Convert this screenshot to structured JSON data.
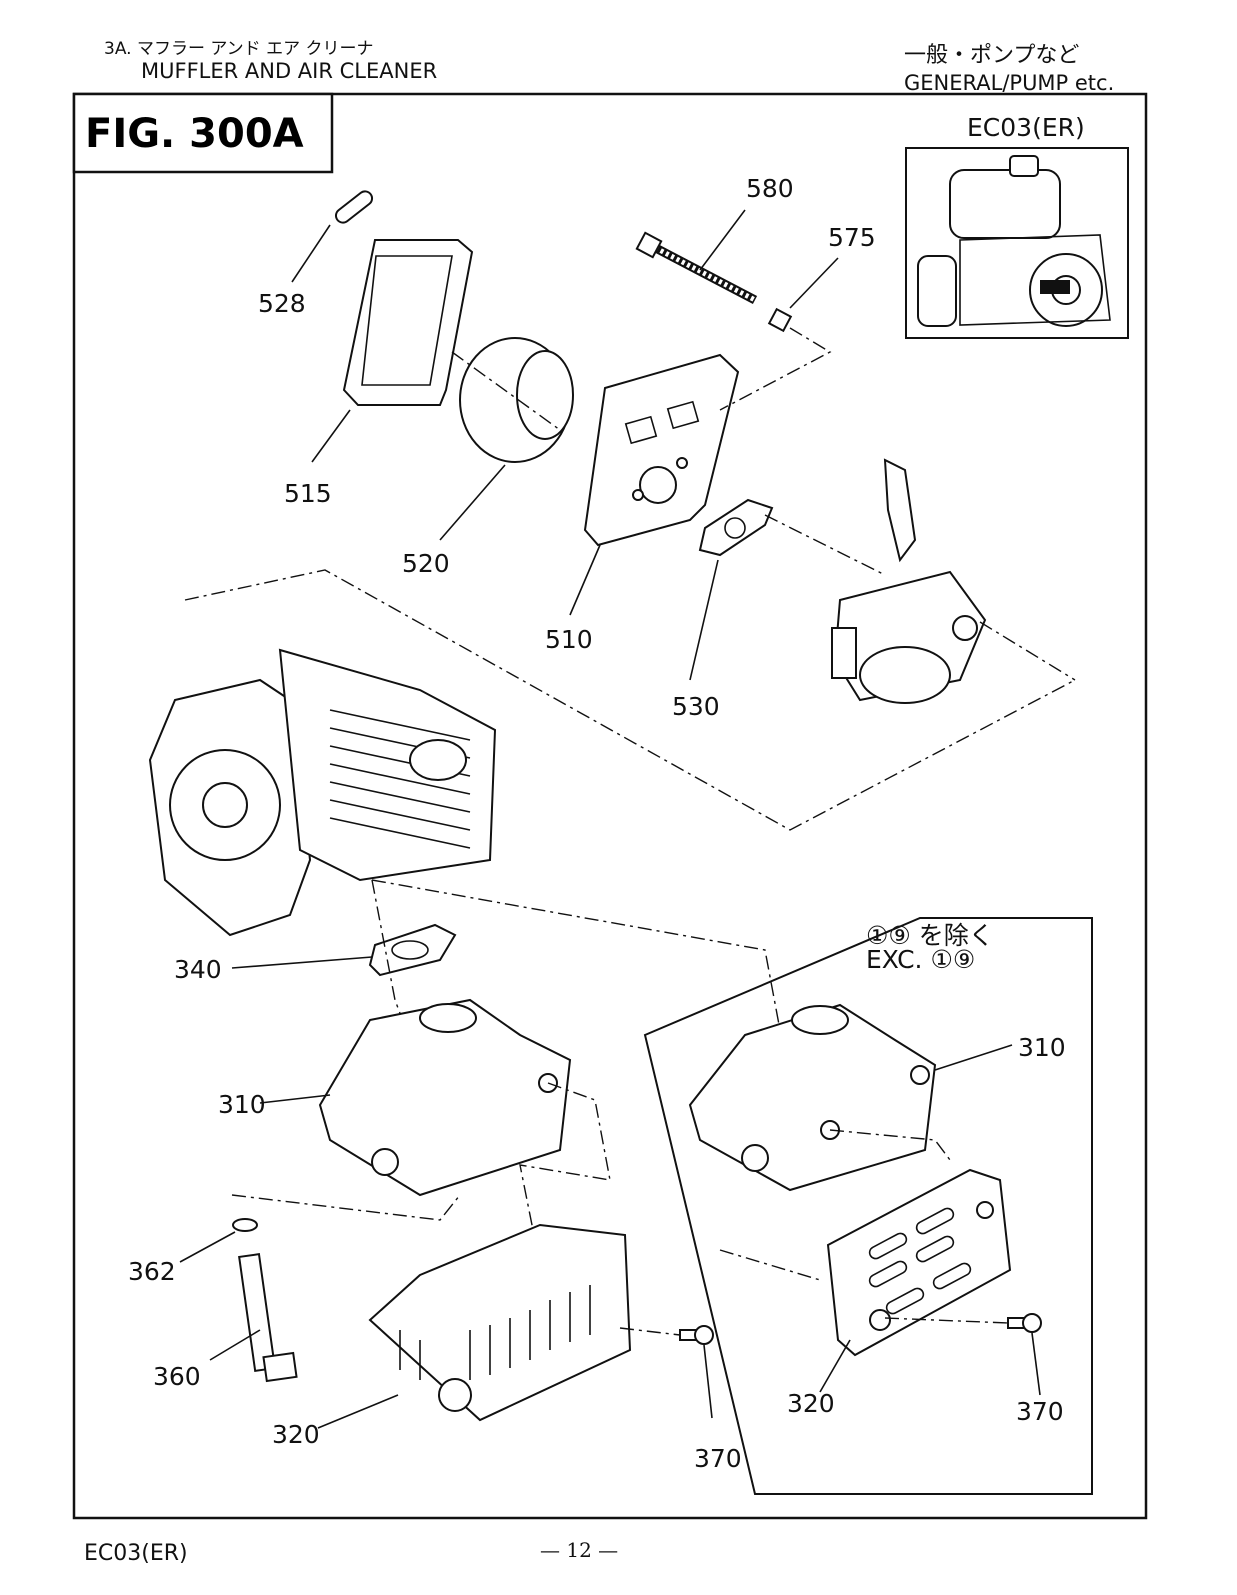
{
  "header": {
    "section_jp": "3A. マフラー アンド エア クリーナ",
    "section_en": "MUFFLER AND AIR CLEANER",
    "category_jp": "一般・ポンプなど",
    "category_en": "GENERAL/PUMP etc."
  },
  "figure": {
    "label": "FIG. 300A"
  },
  "inset": {
    "label": "EC03(ER)"
  },
  "variant_box": {
    "note_jp": "①⑨ を除く",
    "note_en": "EXC. ①⑨"
  },
  "parts": {
    "p580": "580",
    "p575": "575",
    "p528": "528",
    "p515": "515",
    "p520": "520",
    "p510": "510",
    "p530": "530",
    "p340": "340",
    "p310_left": "310",
    "p310_right": "310",
    "p362": "362",
    "p360": "360",
    "p320_left": "320",
    "p370_left": "370",
    "p320_right": "320",
    "p370_right": "370"
  },
  "footer": {
    "model": "EC03(ER)",
    "page": "— 12 —"
  }
}
